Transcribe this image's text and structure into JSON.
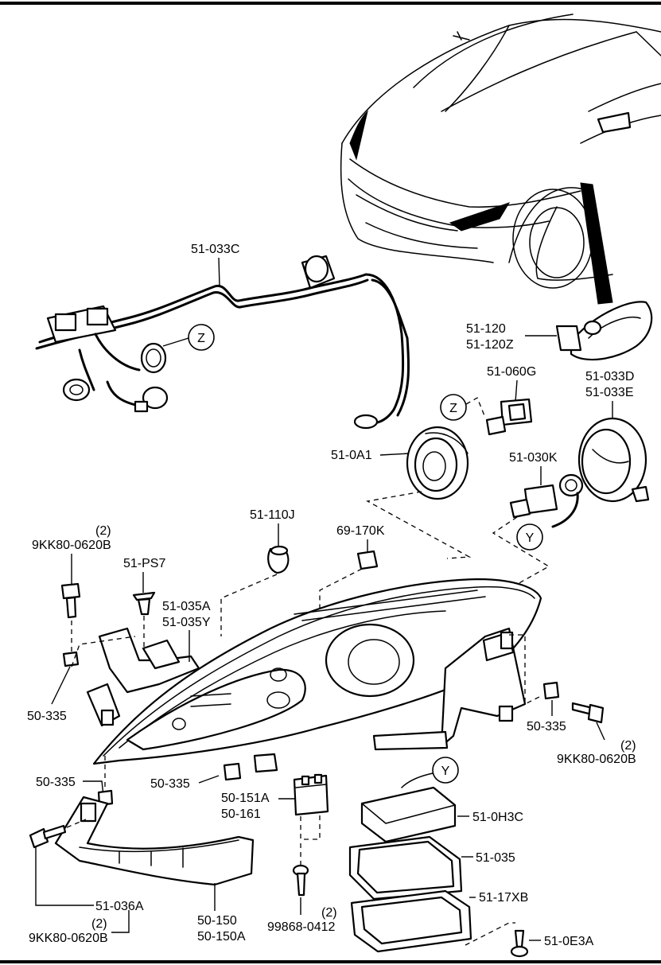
{
  "labels": {
    "harness": "51-033C",
    "side_lamp_1": "51-120",
    "side_lamp_2": "51-120Z",
    "bulb_hi": "51-060G",
    "cover_hi_1": "51-033D",
    "cover_hi_2": "51-033E",
    "cap_low": "51-0A1",
    "bulb_low": "51-030K",
    "bulb_turn": "51-110J",
    "bulb_pos": "69-170K",
    "qty_top_left": "(2)",
    "bolt_top_left": "9KK80-0620B",
    "clip": "51-PS7",
    "lamp_1": "51-035A",
    "lamp_2": "51-035Y",
    "nut_left_1": "50-335",
    "nut_right": "50-335",
    "qty_right": "(2)",
    "bolt_right": "9KK80-0620B",
    "nut_left_2": "50-335",
    "nut_center": "50-335",
    "bracket_1": "50-151A",
    "bracket_2": "50-161",
    "ballast_cover": "51-0H3C",
    "gasket": "51-035",
    "ballast": "51-17XB",
    "screw_ballast": "51-0E3A",
    "lower_bracket_1": "51-036A",
    "qty_bottom_left": "(2)",
    "bolt_bottom_left": "9KK80-0620B",
    "garnish_1": "50-150",
    "garnish_2": "50-150A",
    "qty_screw": "(2)",
    "screw": "99868-0412",
    "ref_z_1": "Z",
    "ref_z_2": "Z",
    "ref_y_1": "Y",
    "ref_y_2": "Y"
  }
}
